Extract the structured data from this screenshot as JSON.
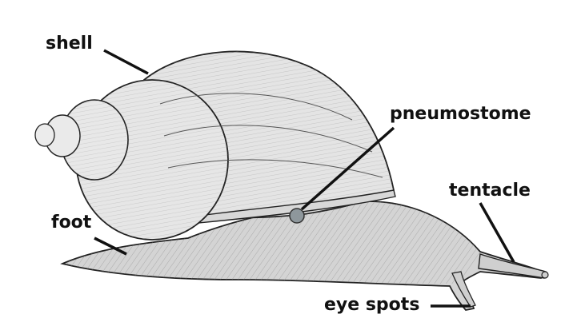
{
  "labels": {
    "shell": "shell",
    "pneumostome": "pneumostome",
    "tentacle": "tentacle",
    "foot": "foot",
    "eye_spots": "eye spots"
  },
  "colors": {
    "ink": "#111111",
    "shell_fill": "#e6e6e6",
    "body_fill": "#d2d2d2",
    "hatch": "#555555",
    "pneumostome_dot": "#8e979c"
  }
}
